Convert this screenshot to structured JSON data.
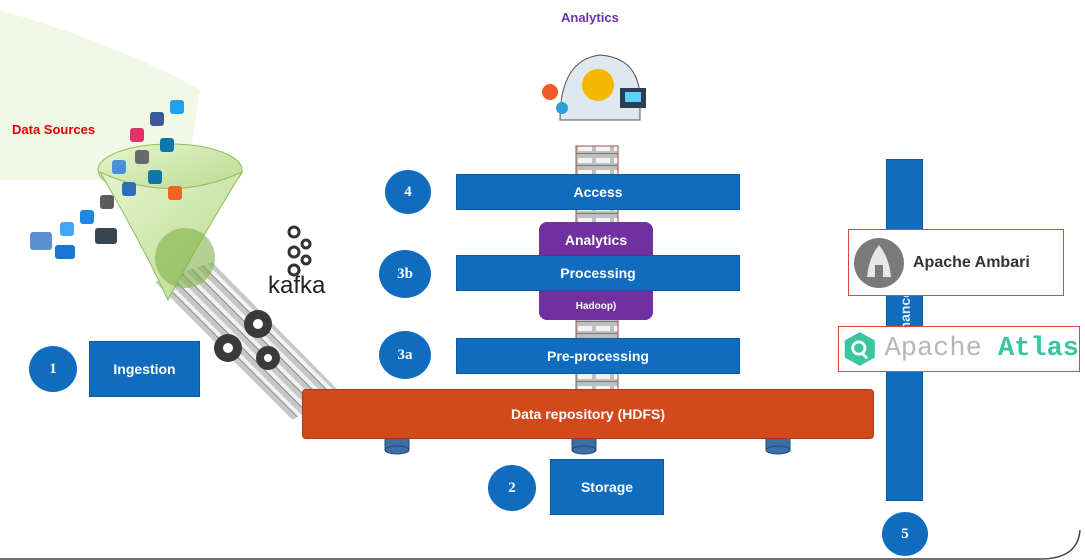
{
  "titles": {
    "analytics_top": "Analytics",
    "data_sources": "Data Sources",
    "kafka": "kafka"
  },
  "layers": {
    "access": "Access",
    "processing": "Processing",
    "preprocessing": "Pre-processing",
    "repository": "Data repository (HDFS)",
    "storage": "Storage",
    "ingestion": "Ingestion",
    "analytics_overlay": "Analytics",
    "analytics_overlay_sub": "Hadoop)",
    "governance": "Governance"
  },
  "steps": {
    "n4": "4",
    "n3b": "3b",
    "n3a": "3a",
    "n1": "1",
    "n2": "2",
    "n5": "5"
  },
  "logos": {
    "ambari": "Apache Ambari",
    "atlas_prefix": "Apache ",
    "atlas_suffix": "Atlas"
  },
  "colors": {
    "blue": "#0f6cbf",
    "orange": "#d24a1c",
    "purple": "#7030a0",
    "analytics_title": "#7030a0",
    "data_sources": "#e00000",
    "atlas_green": "#3bc4a0"
  },
  "icons": [
    "ai-head-icon",
    "gear-icon",
    "database-icon",
    "funnel-icon",
    "kafka-icon",
    "ambari-icon",
    "atlas-icon"
  ]
}
